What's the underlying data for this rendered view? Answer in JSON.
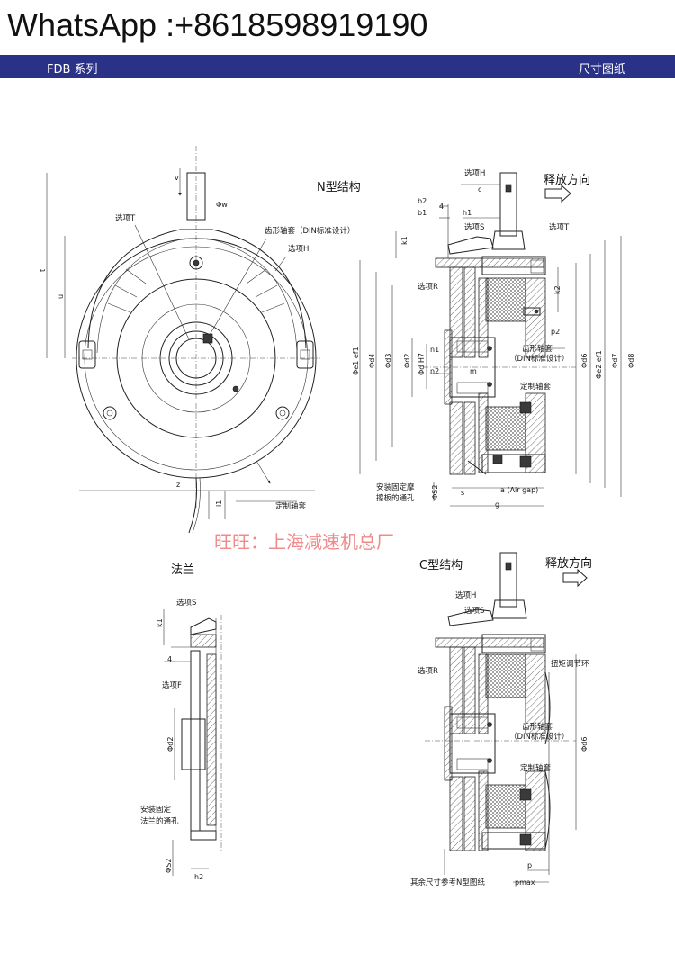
{
  "header": {
    "whatsapp": "WhatsApp :+8618598919190",
    "series": "FDB  系列",
    "section": "尺寸图纸"
  },
  "watermark": "旺旺：上海减速机总厂",
  "n_view": {
    "title": "N型结构",
    "release": "释放方向",
    "labels": {
      "option_t_left": "选项T",
      "gear_sleeve_din": "齿形轴套（DIN标准设计）",
      "option_h_left": "选项H",
      "custom_sleeve_left": "定制轴套",
      "option_h": "选项H",
      "option_s": "选项S",
      "option_t": "选项T",
      "option_r": "选项R",
      "gear_sleeve": "齿形轴套",
      "din_design": "（DIN标准设计）",
      "custom_sleeve": "定制轴套",
      "mount_hole_1": "安装固定摩",
      "mount_hole_2": "擦板的通孔",
      "air_gap": "a (Air gap)"
    },
    "dims": {
      "v": "v",
      "w": "Φw",
      "t": "t",
      "u": "u",
      "z": "z",
      "l1": "l1",
      "c": "c",
      "b2": "b2",
      "b1": "b1",
      "h1": "h1",
      "k1": "k1",
      "k2": "k2",
      "p2": "p2",
      "s": "s",
      "g": "g",
      "four": "4",
      "n1": "n1",
      "n2": "n2",
      "m": "m",
      "e1": "Φe1 ef1",
      "d4": "Φd4",
      "d3": "Φd3",
      "d2": "Φd2",
      "dh7": "Φd H7",
      "d6": "Φd6",
      "e2": "Φe2 ef1",
      "d7": "Φd7",
      "d8": "Φd8",
      "s2": "ΦS2"
    }
  },
  "flange_view": {
    "title": "法兰",
    "labels": {
      "option_s": "选项S",
      "option_f": "选项F",
      "mount_1": "安装固定",
      "mount_2": "法兰的通孔"
    },
    "dims": {
      "k1": "k1",
      "four": "4",
      "d2": "Φd2",
      "s2": "ΦS2",
      "h2": "h2"
    }
  },
  "c_view": {
    "title": "C型结构",
    "release": "释放方向",
    "labels": {
      "option_h": "选项H",
      "option_s": "选项S",
      "option_r": "选项R",
      "torque_ring": "扭矩调节环",
      "gear_sleeve": "齿形轴套",
      "din_design": "（DIN标准设计）",
      "custom_sleeve": "定制轴套",
      "note": "其余尺寸参考N型图纸"
    },
    "dims": {
      "d6": "Φd6",
      "p": "p",
      "pmax": "pmax"
    }
  }
}
